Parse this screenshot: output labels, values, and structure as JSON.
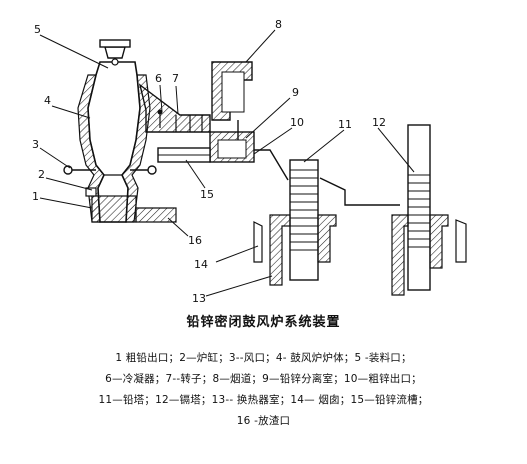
{
  "title": "铅锌密闭鼓风炉系统装置",
  "legend": [
    "1  粗铅出口；2—炉缸；3--风口；4- 鼓风炉炉体；5 -装料口；",
    "6—冷凝器；7--转子；8—烟道；9—铅锌分离室；10—粗锌出口；",
    "11—铅塔；12—镉塔；13-- 换热器室；14— 烟囱；15—铅锌流槽；",
    "16 -放渣口"
  ],
  "callouts": [
    "1",
    "2",
    "3",
    "4",
    "5",
    "6",
    "7",
    "8",
    "9",
    "10",
    "11",
    "12",
    "13",
    "14",
    "15",
    "16"
  ]
}
